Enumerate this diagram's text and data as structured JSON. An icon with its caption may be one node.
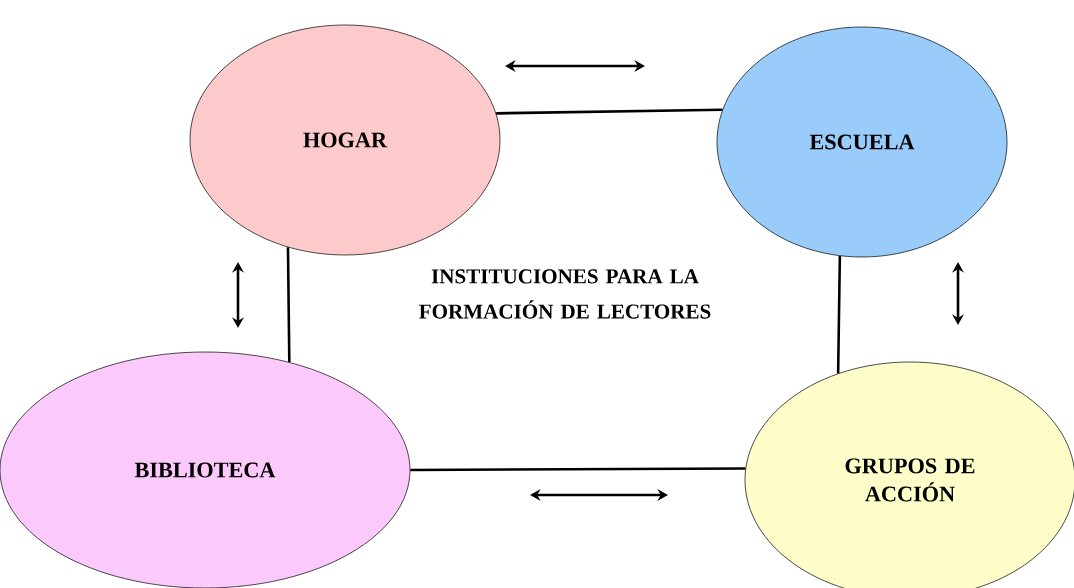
{
  "diagram": {
    "nodes": [
      {
        "text": [
          "HOGAR"
        ]
      },
      {
        "text": [
          "ESCUELA"
        ]
      },
      {
        "text": [
          "BIBLIOTECA"
        ]
      },
      {
        "text": [
          "GRUPOS DE ACCIÓN"
        ]
      }
    ],
    "edges": [
      {
        "from": 0,
        "to": 1,
        "arrow": "none"
      },
      {
        "from": 0,
        "to": 2,
        "arrow": "none"
      },
      {
        "from": 1,
        "to": 3,
        "arrow": "none"
      },
      {
        "from": 2,
        "to": 3,
        "arrow": "none"
      }
    ],
    "labels": [
      "INSTITUCIONES PARA LA FORMACIÓN DE LECTORES"
    ]
  }
}
